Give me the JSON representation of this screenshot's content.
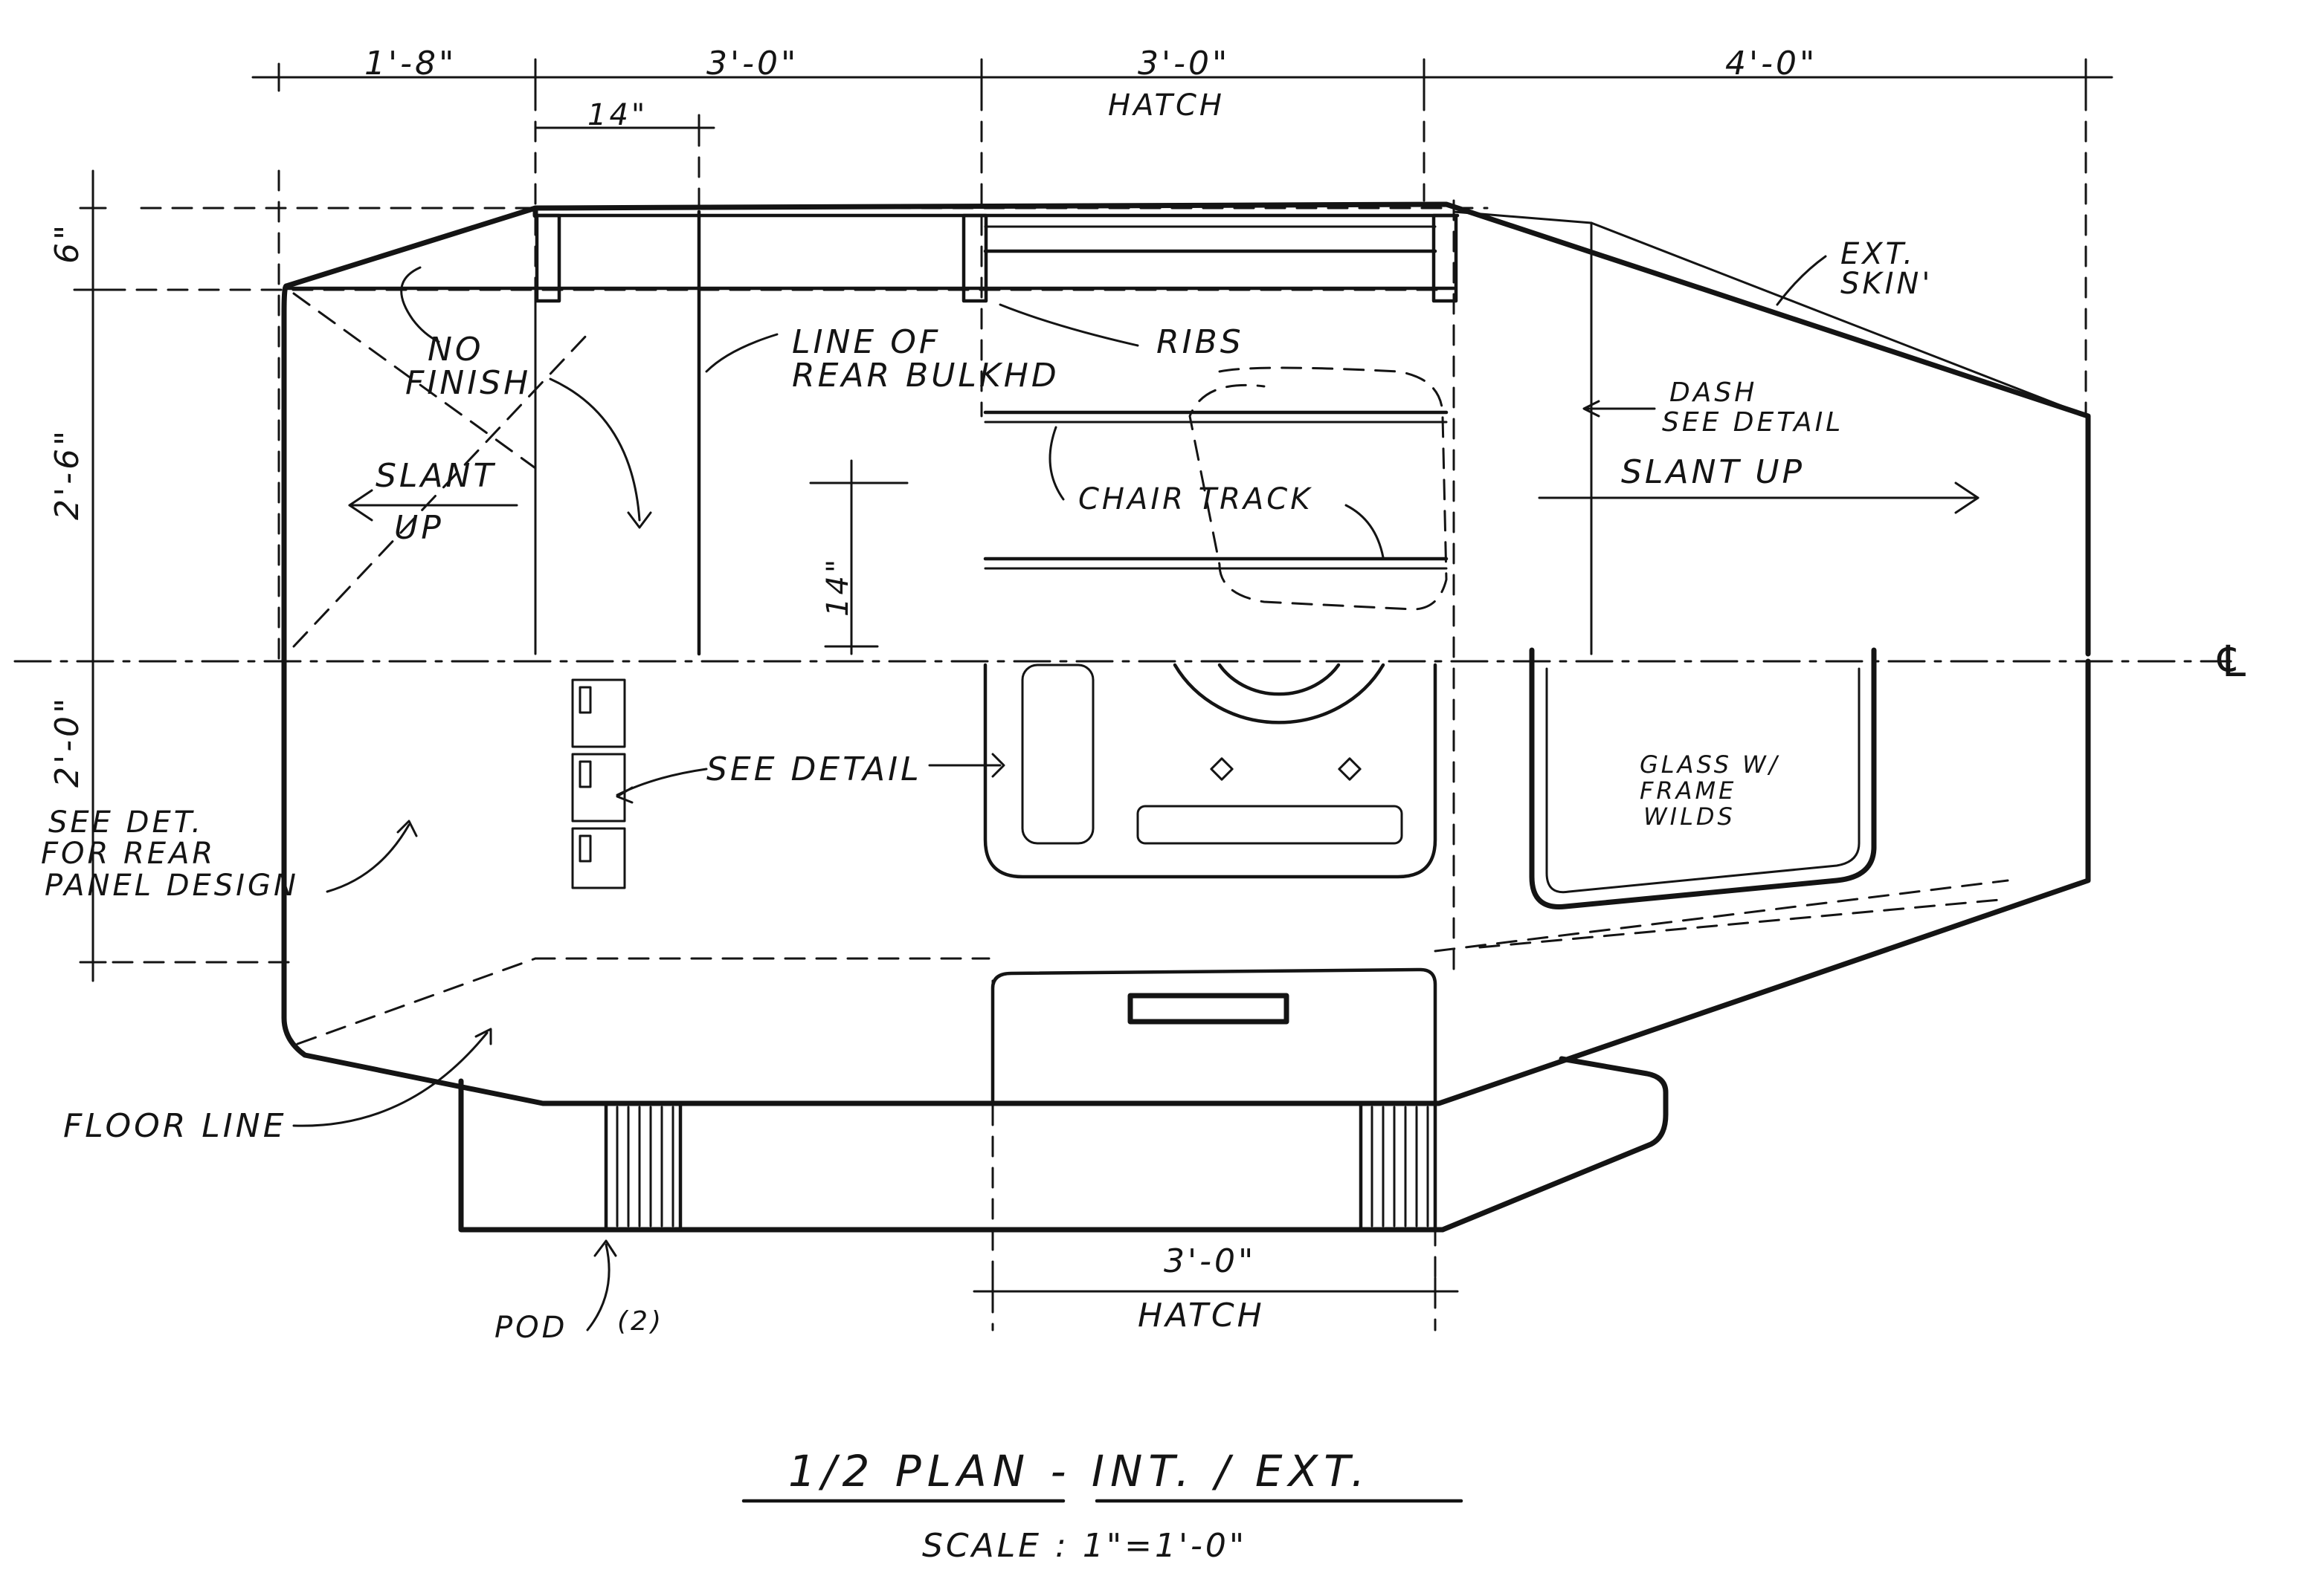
{
  "drawing": {
    "title": "1/2 PLAN - INT. / EXT.",
    "scale": "SCALE : 1\"=1'-0\"",
    "centerline": "℄",
    "ink_color": "#141414",
    "paper_color": "#ffffff",
    "dimensions": {
      "top": [
        {
          "label": "1'-8\"",
          "sub": ""
        },
        {
          "label": "3'-0\"",
          "sub": ""
        },
        {
          "label": "3'-0\"",
          "sub": "HATCH"
        },
        {
          "label": "4'-0\"",
          "sub": ""
        }
      ],
      "top_small": "14\"",
      "left": [
        "6\"",
        "2'-6\"",
        "2'-0\""
      ],
      "inner": "14\"",
      "bottom": {
        "label": "3'-0\"",
        "sub": "HATCH"
      }
    },
    "labels": {
      "no_finish": [
        "NO",
        "FINISH"
      ],
      "line_of_rear_bulkhd": [
        "LINE OF",
        "REAR BULKHD"
      ],
      "ribs": "RIBS",
      "ext_skin": [
        "EXT.",
        "SKIN'"
      ],
      "dash": [
        "DASH",
        "SEE DETAIL"
      ],
      "slant_up_right": "SLANT UP",
      "slant_up_left": [
        "SLANT",
        "UP"
      ],
      "chair_track": "CHAIR TRACK",
      "see_detail": "SEE DETAIL",
      "glass": [
        "GLASS W/",
        "FRAME",
        "WILDS"
      ],
      "see_det_rear": [
        "SEE DET.",
        "FOR REAR",
        "PANEL DESIGN"
      ],
      "floor_line": "FLOOR LINE",
      "pod": "POD",
      "pod_count": "(2)"
    }
  }
}
